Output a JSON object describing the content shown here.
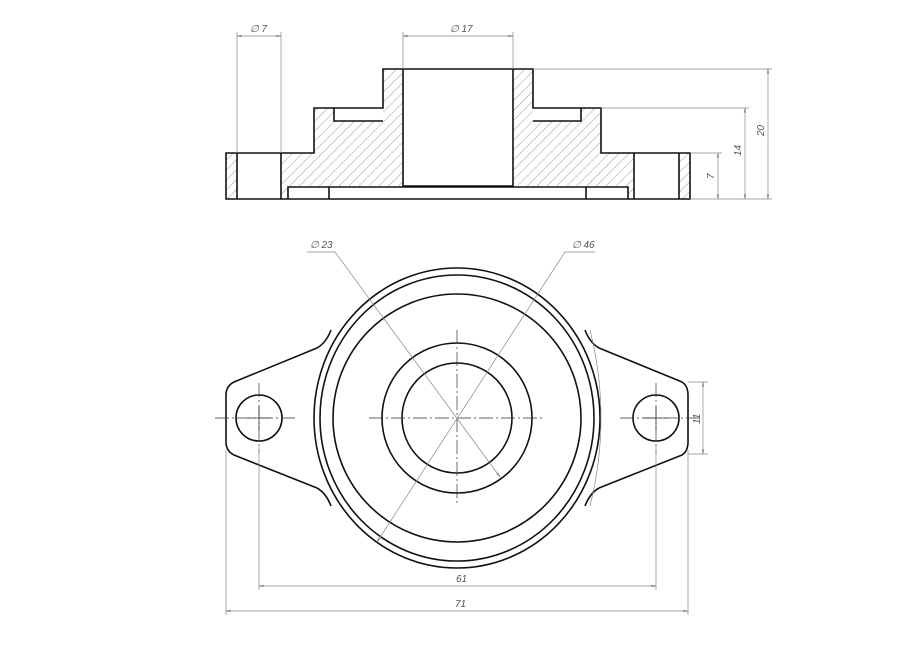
{
  "drawing": {
    "section_view": {
      "dimensions": {
        "hole_diameter": "∅ 7",
        "bore_diameter": "∅ 17",
        "total_height": "20",
        "step_height": "14",
        "base_height": "7"
      }
    },
    "plan_view": {
      "dimensions": {
        "ring_diameter": "∅ 23",
        "outer_diameter": "∅ 46",
        "lug_width": "11",
        "hole_spacing": "61",
        "overall_length": "71"
      }
    },
    "colors": {
      "line": "#111111",
      "dimension": "#888888"
    }
  }
}
